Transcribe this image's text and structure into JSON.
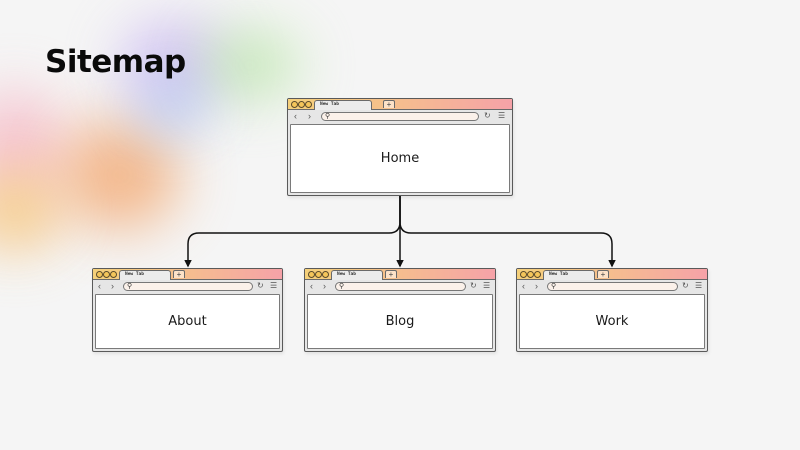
{
  "title": "Sitemap",
  "browser_tab_label": "New Tab",
  "browser_new_tab_glyph": "+",
  "nodes": [
    {
      "label": "Home",
      "level": 0
    },
    {
      "label": "About",
      "level": 1
    },
    {
      "label": "Blog",
      "level": 1
    },
    {
      "label": "Work",
      "level": 1
    }
  ],
  "edges": [
    [
      "Home",
      "About"
    ],
    [
      "Home",
      "Blog"
    ],
    [
      "Home",
      "Work"
    ]
  ],
  "icons": {
    "back": "‹",
    "forward": "›",
    "search": "⚲",
    "reload": "↻",
    "menu": "☰"
  },
  "colors": {
    "background": "#f5f5f5",
    "titlebar_gradient": [
      "#f5d07a",
      "#f6c08c",
      "#f6a2a8"
    ],
    "window_dot": "#f4c55a",
    "connector": "#111111"
  }
}
